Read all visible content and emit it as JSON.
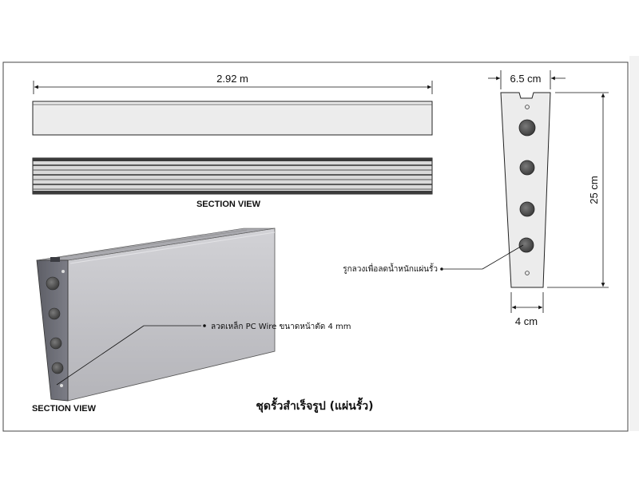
{
  "dimensions": {
    "length": "2.92 m",
    "top_width": "6.5 cm",
    "height": "25 cm",
    "bottom_width": "4 cm"
  },
  "labels": {
    "section_view_top": "SECTION VIEW",
    "section_view_bottom": "SECTION VIEW",
    "hole_callout": "รูกลวงเพื่อลดน้ำหนักแผ่นรั้ว",
    "wire_callout": "ลวดเหล็ก PC Wire ขนาดหน้าตัด 4 mm",
    "title": "ชุดรั้วสำเร็จรูป (แผ่นรั้ว)"
  },
  "colors": {
    "panel_face": "#ececec",
    "panel_side": "#c9c9c9",
    "panel_3d_face": "#c2c2c6",
    "panel_3d_end": "#6f7078",
    "hole": "#555555",
    "line": "#111111"
  }
}
